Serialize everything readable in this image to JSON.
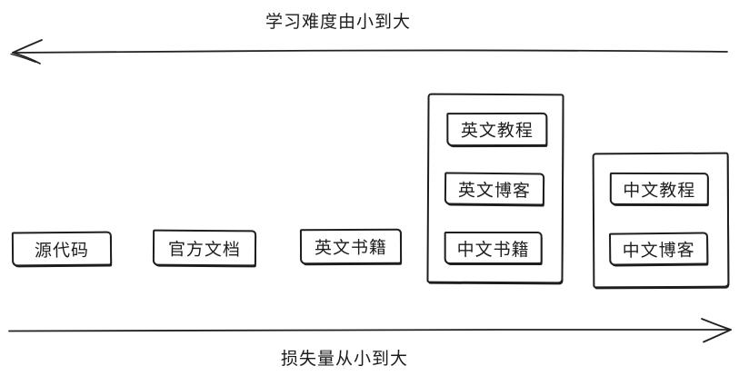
{
  "colors": {
    "stroke": "#1e1e1e",
    "background": "#ffffff"
  },
  "axes": {
    "top": {
      "label": "学习难度由小到大",
      "arrow_direction": "left"
    },
    "bottom": {
      "label": "损失量从小到大",
      "arrow_direction": "right"
    }
  },
  "nodes": [
    {
      "label": "源代码"
    },
    {
      "label": "官方文档"
    },
    {
      "label": "英文书籍"
    }
  ],
  "groups": [
    {
      "items": [
        {
          "label": "英文教程"
        },
        {
          "label": "英文博客"
        },
        {
          "label": "中文书籍"
        }
      ]
    },
    {
      "items": [
        {
          "label": "中文教程"
        },
        {
          "label": "中文博客"
        }
      ]
    }
  ]
}
